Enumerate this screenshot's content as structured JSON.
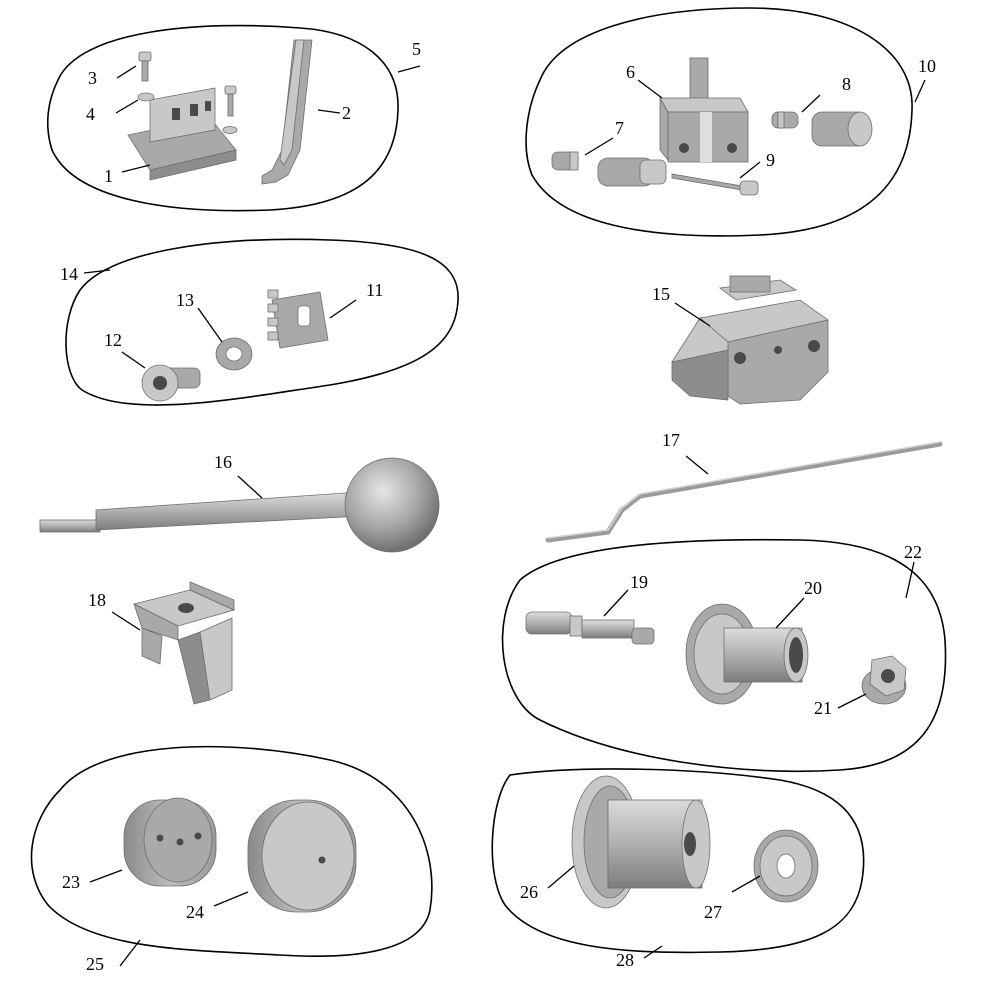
{
  "labels": {
    "l1": "1",
    "l2": "2",
    "l3": "3",
    "l4": "4",
    "l5": "5",
    "l6": "6",
    "l7": "7",
    "l8": "8",
    "l9": "9",
    "l10": "10",
    "l11": "11",
    "l12": "12",
    "l13": "13",
    "l14": "14",
    "l15": "15",
    "l16": "16",
    "l17": "17",
    "l18": "18",
    "l19": "19",
    "l20": "20",
    "l21": "21",
    "l22": "22",
    "l23": "23",
    "l24": "24",
    "l25": "25",
    "l26": "26",
    "l27": "27",
    "l28": "28"
  },
  "colors": {
    "line": "#000000",
    "part_dark": "#8d8d8d",
    "part_mid": "#a9a9a9",
    "part_light": "#c8c8c8",
    "background": "#ffffff"
  }
}
